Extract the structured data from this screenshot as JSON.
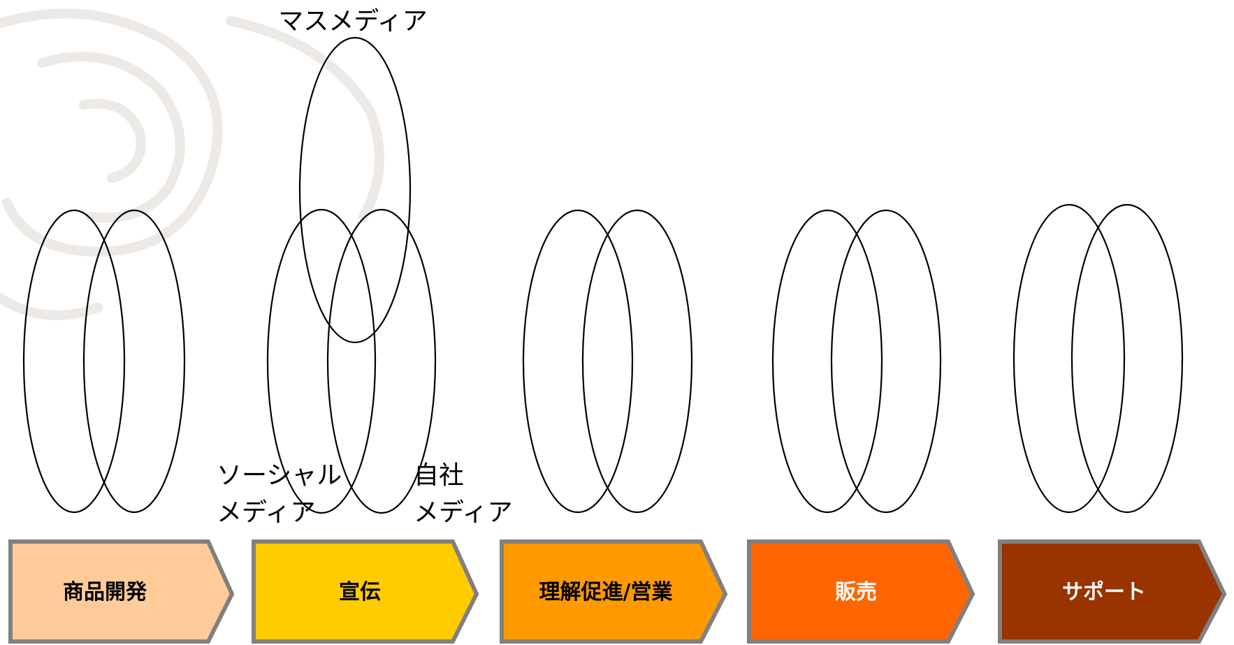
{
  "media_labels": {
    "mass": "マスメディア",
    "social": [
      "ソーシャル",
      "メディア"
    ],
    "owned": [
      "自社",
      "メディア"
    ]
  },
  "stages": [
    {
      "label": "商品開発",
      "fill": "#FFCC99",
      "text_color": "#000000"
    },
    {
      "label": "宣伝",
      "fill": "#FFCC00",
      "text_color": "#000000"
    },
    {
      "label": "理解促進/営業",
      "fill": "#FF9900",
      "text_color": "#000000"
    },
    {
      "label": "販売",
      "fill": "#FF6600",
      "text_color": "#FFFFFF"
    },
    {
      "label": "サポート",
      "fill": "#993300",
      "text_color": "#FFFFFF"
    }
  ],
  "colors": {
    "arrow_border": "#808080",
    "ellipse_stroke": "#000000",
    "watermark": "#ece9e6"
  }
}
